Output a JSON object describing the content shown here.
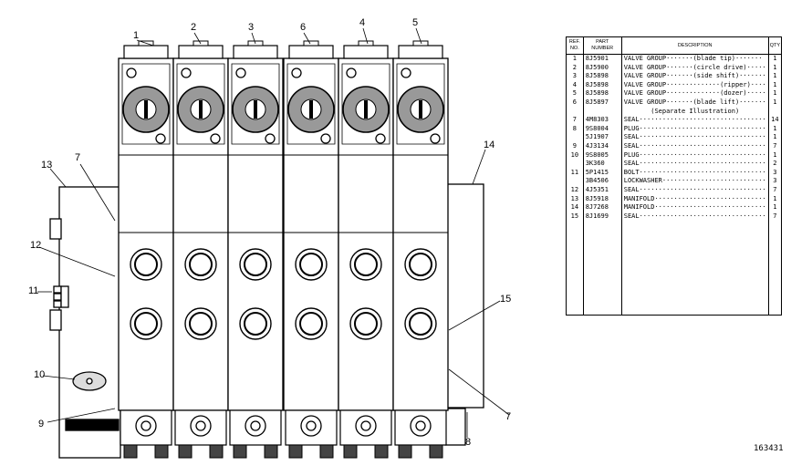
{
  "callouts": [
    "1",
    "2",
    "3",
    "6",
    "4",
    "5",
    "13",
    "7",
    "14",
    "12",
    "11",
    "15",
    "10",
    "9",
    "7",
    "8"
  ],
  "table": {
    "headers": {
      "ref": "REF. NO.",
      "part": "PART NUMBER",
      "desc": "DESCRIPTION",
      "qty": "QTY"
    },
    "rows": [
      {
        "ref": "1",
        "part": "8J5901",
        "desc": "VALVE GROUP·······(blade tip)·······",
        "qty": "1"
      },
      {
        "ref": "2",
        "part": "8J5900",
        "desc": "VALVE GROUP·······(circle drive)·····",
        "qty": "1"
      },
      {
        "ref": "3",
        "part": "8J5898",
        "desc": "VALVE GROUP·······(side shift)·······",
        "qty": "1"
      },
      {
        "ref": "4",
        "part": "8J5898",
        "desc": "VALVE GROUP··············(ripper)····",
        "qty": "1"
      },
      {
        "ref": "5",
        "part": "8J5898",
        "desc": "VALVE GROUP··············(dozer)·····",
        "qty": "1"
      },
      {
        "ref": "6",
        "part": "8J5897",
        "desc": "VALVE GROUP·······(blade lift)·······",
        "qty": "1"
      },
      {
        "note": "(Separate Illustration)"
      },
      {
        "ref": "7",
        "part": "4M8303",
        "desc": "SEAL·································",
        "qty": "14"
      },
      {
        "ref": "8",
        "part": "9S8004",
        "desc": "PLUG·································",
        "qty": "1"
      },
      {
        "ref": "",
        "part": "5J1907",
        "desc": "SEAL·································",
        "qty": "1"
      },
      {
        "ref": "9",
        "part": "4J3134",
        "desc": "SEAL·································",
        "qty": "7"
      },
      {
        "ref": "10",
        "part": "9S8005",
        "desc": "PLUG·································",
        "qty": "1"
      },
      {
        "ref": "",
        "part": "3K360",
        "desc": "SEAL·································",
        "qty": "2"
      },
      {
        "ref": "11",
        "part": "5P1415",
        "desc": "BOLT·································",
        "qty": "3"
      },
      {
        "ref": "",
        "part": "3B4506",
        "desc": "LOCKWASHER···························",
        "qty": "3"
      },
      {
        "ref": "12",
        "part": "4J5351",
        "desc": "SEAL·································",
        "qty": "7"
      },
      {
        "ref": "13",
        "part": "8J5918",
        "desc": "MANIFOLD·····························",
        "qty": "1"
      },
      {
        "ref": "14",
        "part": "8J7268",
        "desc": "MANIFOLD·····························",
        "qty": "1"
      },
      {
        "ref": "15",
        "part": "8J1699",
        "desc": "SEAL·································",
        "qty": "7"
      }
    ]
  },
  "figure_number": "163431"
}
